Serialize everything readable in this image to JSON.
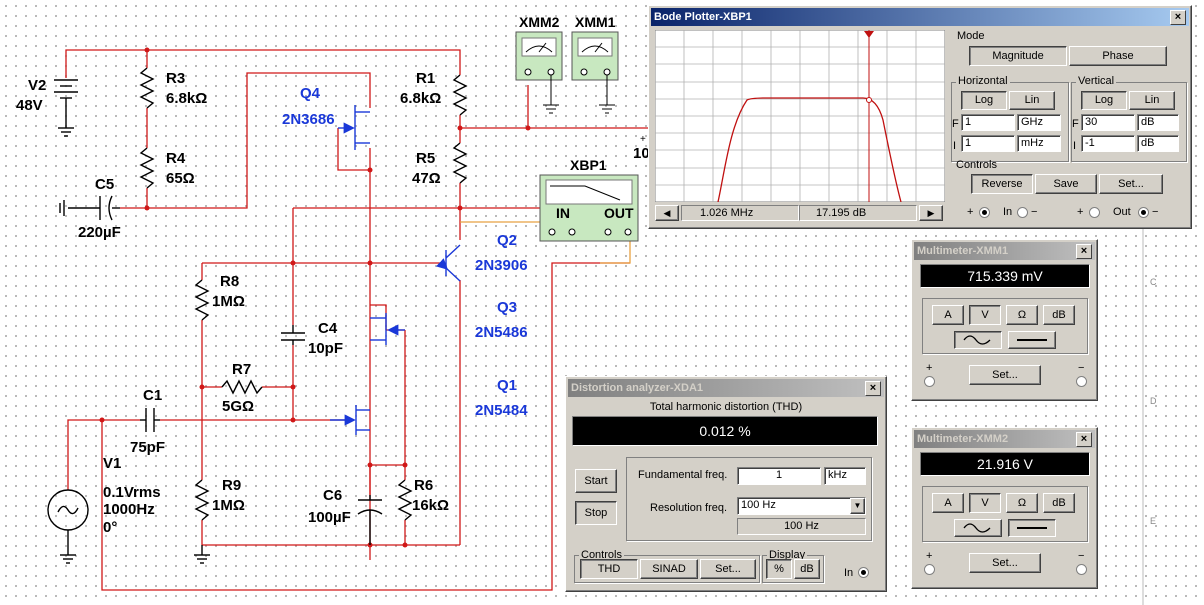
{
  "schematic": {
    "components": [
      {
        "ref": "V2",
        "value": "48V"
      },
      {
        "ref": "R3",
        "value": "6.8kΩ"
      },
      {
        "ref": "R4",
        "value": "65Ω"
      },
      {
        "ref": "C5",
        "value": "220µF"
      },
      {
        "ref": "Q4",
        "value": "2N3686"
      },
      {
        "ref": "R1",
        "value": "6.8kΩ"
      },
      {
        "ref": "R5",
        "value": "47Ω"
      },
      {
        "ref": "XMM2",
        "value": ""
      },
      {
        "ref": "XMM1",
        "value": ""
      },
      {
        "ref": "XBP1",
        "value": ""
      },
      {
        "ref": "Q2",
        "value": "2N3906"
      },
      {
        "ref": "R8",
        "value": "1MΩ"
      },
      {
        "ref": "C4",
        "value": "10pF"
      },
      {
        "ref": "Q3",
        "value": "2N5486"
      },
      {
        "ref": "R7",
        "value": "5GΩ"
      },
      {
        "ref": "C1",
        "value": "75pF"
      },
      {
        "ref": "Q1",
        "value": "2N5484"
      },
      {
        "ref": "R9",
        "value": "1MΩ"
      },
      {
        "ref": "C6",
        "value": "100µF"
      },
      {
        "ref": "R6",
        "value": "16kΩ"
      }
    ],
    "v1": {
      "ref": "V1",
      "amplitude": "0.1Vrms",
      "frequency": "1000Hz",
      "phase": "0°"
    },
    "xbp1_in": "IN",
    "xbp1_out": "OUT",
    "partial_label": "10",
    "pin_plus": "+",
    "pin_minus": "−",
    "border_letters": [
      "C",
      "D",
      "E"
    ],
    "colors": {
      "wire": "#d01818",
      "label_blue": "#1a38d8",
      "probe_wire": "#e8a040",
      "instrument_fill": "#c8e8c0"
    }
  },
  "bode": {
    "title": "Bode Plotter-XBP1",
    "close": "×",
    "readout_freq": "1.026 MHz",
    "readout_value": "17.195 dB",
    "nav_left": "◀",
    "nav_right": "▶",
    "mode_label": "Mode",
    "magnitude": "Magnitude",
    "phase": "Phase",
    "horizontal_label": "Horizontal",
    "vertical_label": "Vertical",
    "log": "Log",
    "lin": "Lin",
    "f_label": "F",
    "i_label": "I",
    "h_f_value": "1",
    "h_f_unit": "GHz",
    "h_i_value": "1",
    "h_i_unit": "mHz",
    "v_f_value": "30",
    "v_f_unit": "dB",
    "v_i_value": "-1",
    "v_i_unit": "dB",
    "controls_label": "Controls",
    "reverse": "Reverse",
    "save": "Save",
    "set": "Set...",
    "in_label": "In",
    "out_label": "Out",
    "plus": "+",
    "minus": "−",
    "curve_color": "#c01010"
  },
  "xmm1": {
    "title": "Multimeter-XMM1",
    "close": "×",
    "reading": "715.339 mV",
    "buttons": [
      "A",
      "V",
      "Ω",
      "dB"
    ],
    "active": "V",
    "set": "Set...",
    "plus": "+",
    "minus": "−",
    "mode": "ac"
  },
  "xmm2": {
    "title": "Multimeter-XMM2",
    "close": "×",
    "reading": "21.916 V",
    "buttons": [
      "A",
      "V",
      "Ω",
      "dB"
    ],
    "active": "V",
    "set": "Set...",
    "plus": "+",
    "minus": "−",
    "mode": "dc"
  },
  "xda1": {
    "title": "Distortion analyzer-XDA1",
    "close": "×",
    "thd_caption": "Total harmonic distortion (THD)",
    "thd_value": "0.012 %",
    "start": "Start",
    "stop": "Stop",
    "fund_label": "Fundamental freq.",
    "fund_value": "1",
    "fund_unit": "kHz",
    "res_label": "Resolution freq.",
    "res_value": "100 Hz",
    "res_display": "100 Hz",
    "controls_label": "Controls",
    "thd_btn": "THD",
    "sinad_btn": "SINAD",
    "set": "Set...",
    "display_label": "Display",
    "pct": "%",
    "db": "dB",
    "in_label": "In"
  }
}
